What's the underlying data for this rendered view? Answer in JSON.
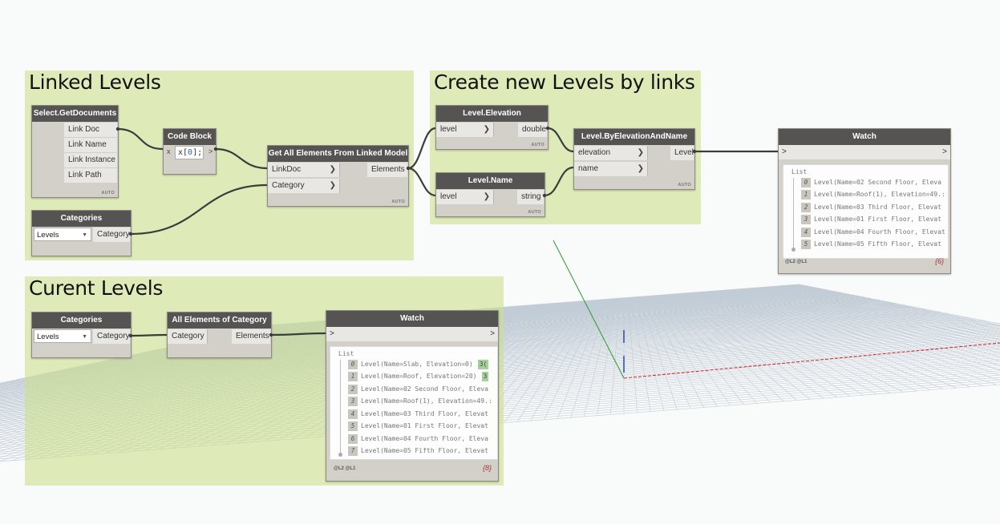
{
  "groups": {
    "linked": {
      "title": "Linked Levels"
    },
    "create": {
      "title": "Create new Levels by links"
    },
    "current": {
      "title": "Curent Levels"
    }
  },
  "nodes": {
    "get_documents": {
      "title": "Select.GetDocuments",
      "outputs": [
        "Link Doc",
        "Link Name",
        "Link Instance",
        "Link Path"
      ],
      "auto": "AUTO"
    },
    "code_block": {
      "title": "Code Block",
      "input_label": "x",
      "code_prefix": "x[",
      "code_number": "0",
      "code_suffix": "];",
      "output_label": ">"
    },
    "get_linked_elements": {
      "title": "Get All Elements From Linked Model",
      "inputs": [
        "LinkDoc",
        "Category"
      ],
      "output": "Elements",
      "auto": "AUTO"
    },
    "categories_top": {
      "title": "Categories",
      "selected": "Levels",
      "output": "Category"
    },
    "level_elevation": {
      "title": "Level.Elevation",
      "input": "level",
      "output": "double",
      "auto": "AUTO"
    },
    "level_name": {
      "title": "Level.Name",
      "input": "level",
      "output": "string",
      "auto": "AUTO"
    },
    "level_by_elev_name": {
      "title": "Level.ByElevationAndName",
      "inputs": [
        "elevation",
        "name"
      ],
      "output": "Level",
      "auto": "AUTO"
    },
    "watch_top": {
      "title": "Watch",
      "in_port": ">",
      "out_port": ">",
      "list_label": "List",
      "items": [
        {
          "index": "0",
          "text": "Level(Name=02 Second Floor, Eleva"
        },
        {
          "index": "1",
          "text": "Level(Name=Roof(1), Elevation=49.:"
        },
        {
          "index": "2",
          "text": "Level(Name=03 Third Floor, Elevat"
        },
        {
          "index": "3",
          "text": "Level(Name=01 First Floor, Elevat"
        },
        {
          "index": "4",
          "text": "Level(Name=04 Fourth Floor, Elevat"
        },
        {
          "index": "5",
          "text": "Level(Name=05 Fifth Floor, Elevat"
        }
      ],
      "levels": "@L2 @L1",
      "count": "{6}"
    },
    "categories_bottom": {
      "title": "Categories",
      "selected": "Levels",
      "output": "Category"
    },
    "all_elements_of_category": {
      "title": "All Elements of Category",
      "input": "Category",
      "output": "Elements"
    },
    "watch_bottom": {
      "title": "Watch",
      "in_port": ">",
      "out_port": ">",
      "list_label": "List",
      "items": [
        {
          "index": "0",
          "text": "Level(Name=Slab, Elevation=0)",
          "tag": "3("
        },
        {
          "index": "1",
          "text": "Level(Name=Roof, Elevation=20)",
          "tag": "3"
        },
        {
          "index": "2",
          "text": "Level(Name=02 Second Floor, Eleva"
        },
        {
          "index": "3",
          "text": "Level(Name=Roof(1), Elevation=49.:"
        },
        {
          "index": "4",
          "text": "Level(Name=03 Third Floor, Elevat"
        },
        {
          "index": "5",
          "text": "Level(Name=01 First Floor, Elevat"
        },
        {
          "index": "6",
          "text": "Level(Name=04 Fourth Floor, Eleva"
        },
        {
          "index": "7",
          "text": "Level(Name=05 Fifth Floor, Elevat"
        }
      ],
      "levels": "@L2 @L1",
      "count": "{8}"
    }
  },
  "colors": {
    "group_fill": "#cbe08c",
    "node_header": "#555452",
    "node_body": "#d3d0c9",
    "wire": "#3c3c3c",
    "grid": "#c2ccd6",
    "axis_red": "#d21e1e",
    "axis_green": "#2a9a2a",
    "axis_blue": "#1f3fa8"
  }
}
